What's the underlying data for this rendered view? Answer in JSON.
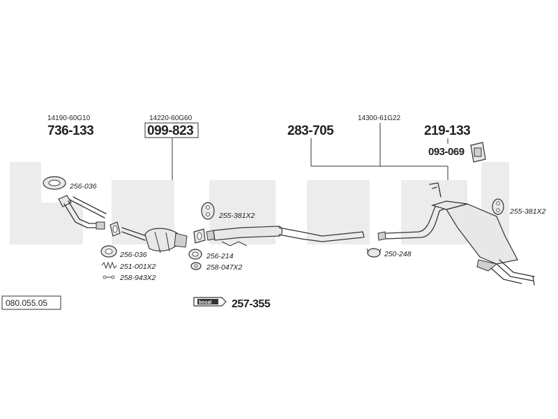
{
  "catalog_code": "080.055.05",
  "watermark": "bosal",
  "oe_numbers": {
    "front_pipe": "14190-60G10",
    "catalyst": "14220-60G60",
    "rear_system": "14300-61G22"
  },
  "part_numbers": {
    "front_pipe": "736-133",
    "catalyst": "099-823",
    "centre_pipe": "283-705",
    "rear_silencer": "219-133",
    "rubber_mount": "093-069",
    "assembly_paste": "257-355"
  },
  "fittings": {
    "front_gasket": "256-036",
    "flange_gasket": "256-036",
    "springs": "251-001X2",
    "bolts_front": "258-943X2",
    "hanger_left": "255-381X2",
    "cat_gasket": "256-214",
    "bolts_cat": "258-047X2",
    "clamp": "250-248",
    "hanger_right": "255-381X2"
  },
  "paste_brand": "bosal",
  "colors": {
    "ink": "#222222",
    "watermark": "#ececec",
    "part_fill": "#e8e8e8"
  }
}
